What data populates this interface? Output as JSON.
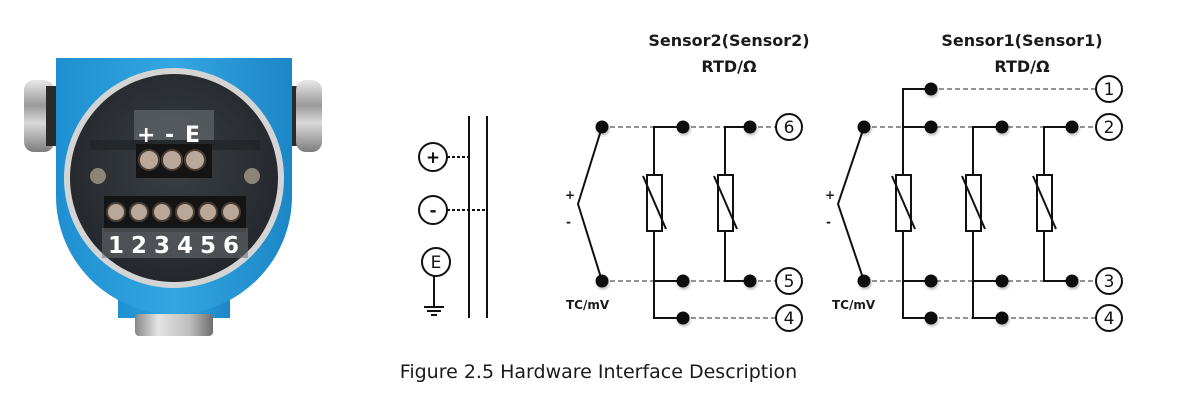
{
  "device": {
    "power_labels": [
      "+",
      "-",
      "E"
    ],
    "terminal_labels": [
      "1",
      "2",
      "3",
      "4",
      "5",
      "6"
    ],
    "colors": {
      "housing": "#2b9ad6",
      "window": "#2e3236",
      "knob": "#bdbdbd"
    }
  },
  "power": {
    "terminals": [
      {
        "id": "plus",
        "label": "+"
      },
      {
        "id": "minus",
        "label": "-"
      },
      {
        "id": "earth",
        "label": "E"
      }
    ]
  },
  "sensor2": {
    "title_line1": "Sensor2(Sensor2)",
    "title_line2": "RTD/Ω",
    "tc_plus": "+",
    "tc_minus": "-",
    "tc_label": "TC/mV",
    "terminals": [
      "6",
      "5",
      "4"
    ]
  },
  "sensor1": {
    "title_line1": "Sensor1(Sensor1)",
    "title_line2": "RTD/Ω",
    "tc_plus": "+",
    "tc_minus": "-",
    "tc_label": "TC/mV",
    "terminals": [
      "1",
      "2",
      "3",
      "4"
    ]
  },
  "caption": "Figure 2.5 Hardware Interface Description"
}
